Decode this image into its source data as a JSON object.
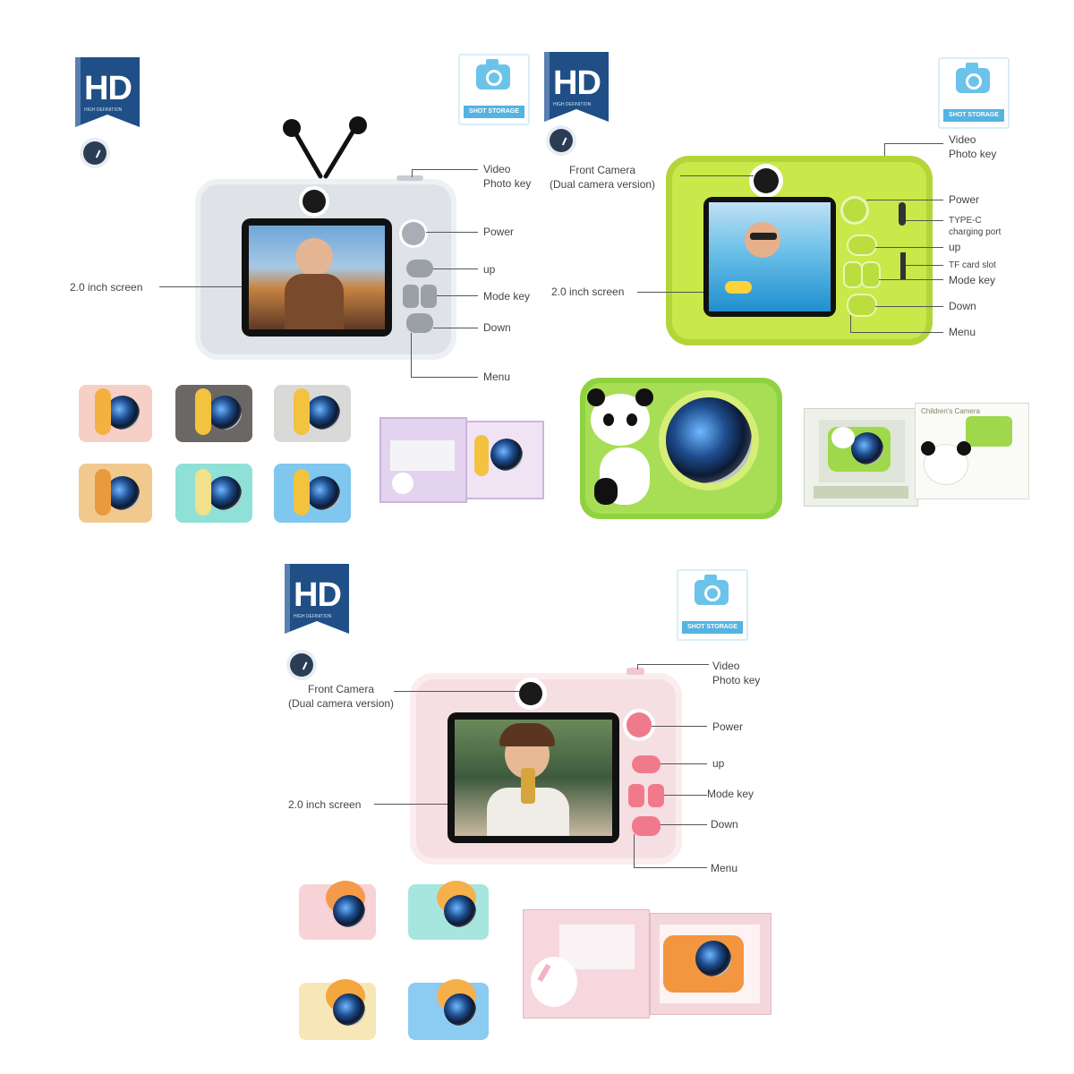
{
  "panel_a": {
    "hd_badge": "HD",
    "storage_badge": "SHOT STORAGE",
    "labels": {
      "video_photo_key_1": "Video",
      "video_photo_key_2": "Photo key",
      "power": "Power",
      "up": "up",
      "mode_key": "Mode key",
      "down": "Down",
      "menu": "Menu",
      "screen": "2.0 inch screen"
    }
  },
  "panel_b": {
    "hd_badge": "HD",
    "storage_badge": "SHOT STORAGE",
    "labels": {
      "front_camera_1": "Front Camera",
      "front_camera_2": "(Dual camera version)",
      "video_photo_key_1": "Video",
      "video_photo_key_2": "Photo key",
      "power": "Power",
      "typec_1": "TYPE-C",
      "typec_2": "charging port",
      "up": "up",
      "tf_slot": "TF card slot",
      "mode_key": "Mode key",
      "down": "Down",
      "menu": "Menu",
      "screen": "2.0 inch screen"
    },
    "package_title": "Children's Camera"
  },
  "panel_c": {
    "hd_badge": "HD",
    "storage_badge": "SHOT STORAGE",
    "labels": {
      "front_camera_1": "Front Camera",
      "front_camera_2": "(Dual camera version)",
      "video_photo_key_1": "Video",
      "video_photo_key_2": "Photo key",
      "power": "Power",
      "up": "up",
      "mode_key": "Mode key",
      "down": "Down",
      "menu": "Menu",
      "screen": "2.0 inch screen"
    }
  },
  "colors": {
    "hd_blue": "#1f4f86",
    "storage_blue": "#54b3e0",
    "grey_body": "#dfe3e8",
    "green_body": "#c9e84a",
    "pink_body": "#f6dfe3"
  }
}
